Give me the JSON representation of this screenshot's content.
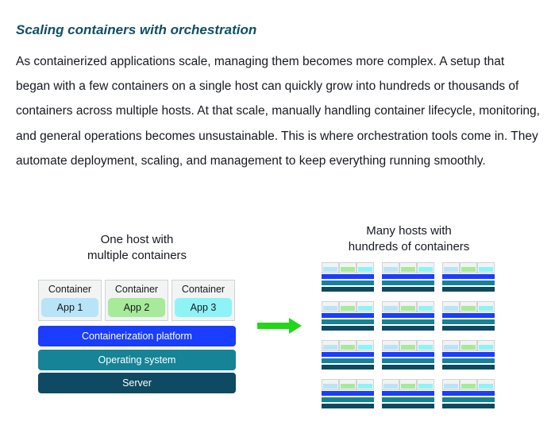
{
  "heading": "Scaling containers with orchestration",
  "paragraph": "As containerized applications scale, managing them becomes more complex. A setup that began with a few containers on a single host can quickly grow into hundreds or thousands of containers across multiple hosts. At that scale, manually handling container lifecycle, monitoring, and general operations becomes unsustainable. This is where orchestration tools come in. They automate deployment, scaling, and management to keep everything running smoothly.",
  "diagram": {
    "left_caption_line1": "One host with",
    "left_caption_line2": "multiple containers",
    "right_caption_line1": "Many hosts with",
    "right_caption_line2": "hundreds of containers",
    "containers": [
      {
        "label": "Container",
        "app": "App 1",
        "color": "#b9e4f7"
      },
      {
        "label": "Container",
        "app": "App 2",
        "color": "#a6ea9a"
      },
      {
        "label": "Container",
        "app": "App 3",
        "color": "#8ef3f6"
      }
    ],
    "platform_label": "Containerization platform",
    "os_label": "Operating system",
    "server_label": "Server",
    "colors": {
      "platform": "#1a3dff",
      "os": "#168396",
      "server": "#0e4a62",
      "arrow": "#22d61a",
      "container_bg": "#f2f3f3"
    },
    "host_grid": {
      "rows": 4,
      "cols": 3
    }
  }
}
